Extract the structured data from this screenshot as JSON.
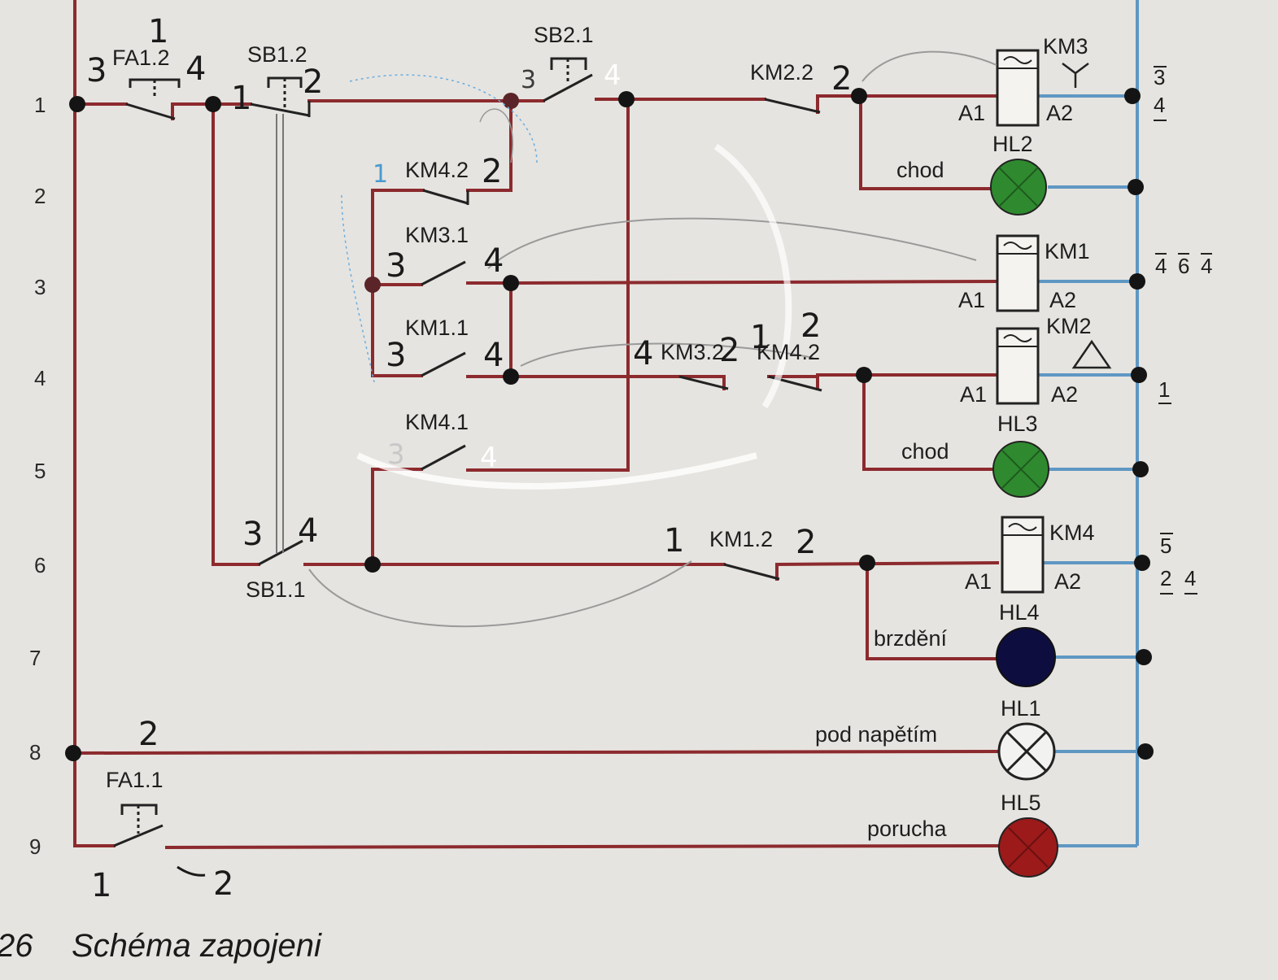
{
  "figure": {
    "number": "26",
    "caption": "Schéma zapojeni"
  },
  "rows": [
    "1",
    "2",
    "3",
    "4",
    "5",
    "6",
    "7",
    "8",
    "9"
  ],
  "components": {
    "fa1_2": "FA1.2",
    "sb1_2": "SB1.2",
    "sb2_1": "SB2.1",
    "km2_2": "KM2.2",
    "km4_2": "KM4.2",
    "km3_1": "KM3.1",
    "km1_1": "KM1.1",
    "km3_2": "KM3.2",
    "km4_2b": "KM4.2",
    "km4_1": "KM4.1",
    "km1_2": "KM1.2",
    "sb1_1": "SB1.1",
    "fa1_1": "FA1.1"
  },
  "coils": {
    "km3": {
      "name": "KM3",
      "a1": "A1",
      "a2": "A2",
      "symbol": "star-wye"
    },
    "km1": {
      "name": "KM1",
      "a1": "A1",
      "a2": "A2"
    },
    "km2": {
      "name": "KM2",
      "a1": "A1",
      "a2": "A2",
      "symbol": "triangle-delta"
    },
    "km4": {
      "name": "KM4",
      "a1": "A1",
      "a2": "A2"
    }
  },
  "lamps": {
    "hl2": {
      "name": "HL2",
      "label": "chod",
      "color": "#2f8a2f"
    },
    "hl3": {
      "name": "HL3",
      "label": "chod",
      "color": "#2f8a2f"
    },
    "hl4": {
      "name": "HL4",
      "label": "brzdění",
      "color": "#0d0d40"
    },
    "hl1": {
      "name": "HL1",
      "label": "pod napětím",
      "color": "#f2f2f0"
    },
    "hl5": {
      "name": "HL5",
      "label": "porucha",
      "color": "#9c1a1a"
    }
  },
  "contact_refs": {
    "row1": [
      "3",
      "4"
    ],
    "row3": [
      "4",
      "6",
      "4"
    ],
    "row4": [
      "1"
    ],
    "row6": [
      "5",
      "2",
      "4"
    ]
  },
  "handwritten": {
    "fa_l": "3",
    "fa_r": "4",
    "fa_top": "1",
    "sb12_l": "1",
    "sb12_r": "2",
    "sb21_l": "3",
    "sb21_r": "4",
    "km22_r": "2",
    "km42_l": "1",
    "km42_r": "2",
    "km31_l": "3",
    "km31_r": "4",
    "km11_l": "3",
    "km11_r": "4",
    "km32_l": "4",
    "km32_r": "2",
    "km42b_l": "1",
    "km42b_r": "2",
    "km41_l": "3",
    "km41_r": "4",
    "sb11_l": "3",
    "sb11_r": "4",
    "km12_l": "1",
    "km12_r": "2",
    "row8_mark": "2",
    "fa11_l": "1",
    "fa11_r": "2"
  },
  "colors": {
    "wire_red": "#8c2a2e",
    "wire_blue": "#5f97c3",
    "paper": "#e6e4e0",
    "ink": "#1e1e1e"
  }
}
